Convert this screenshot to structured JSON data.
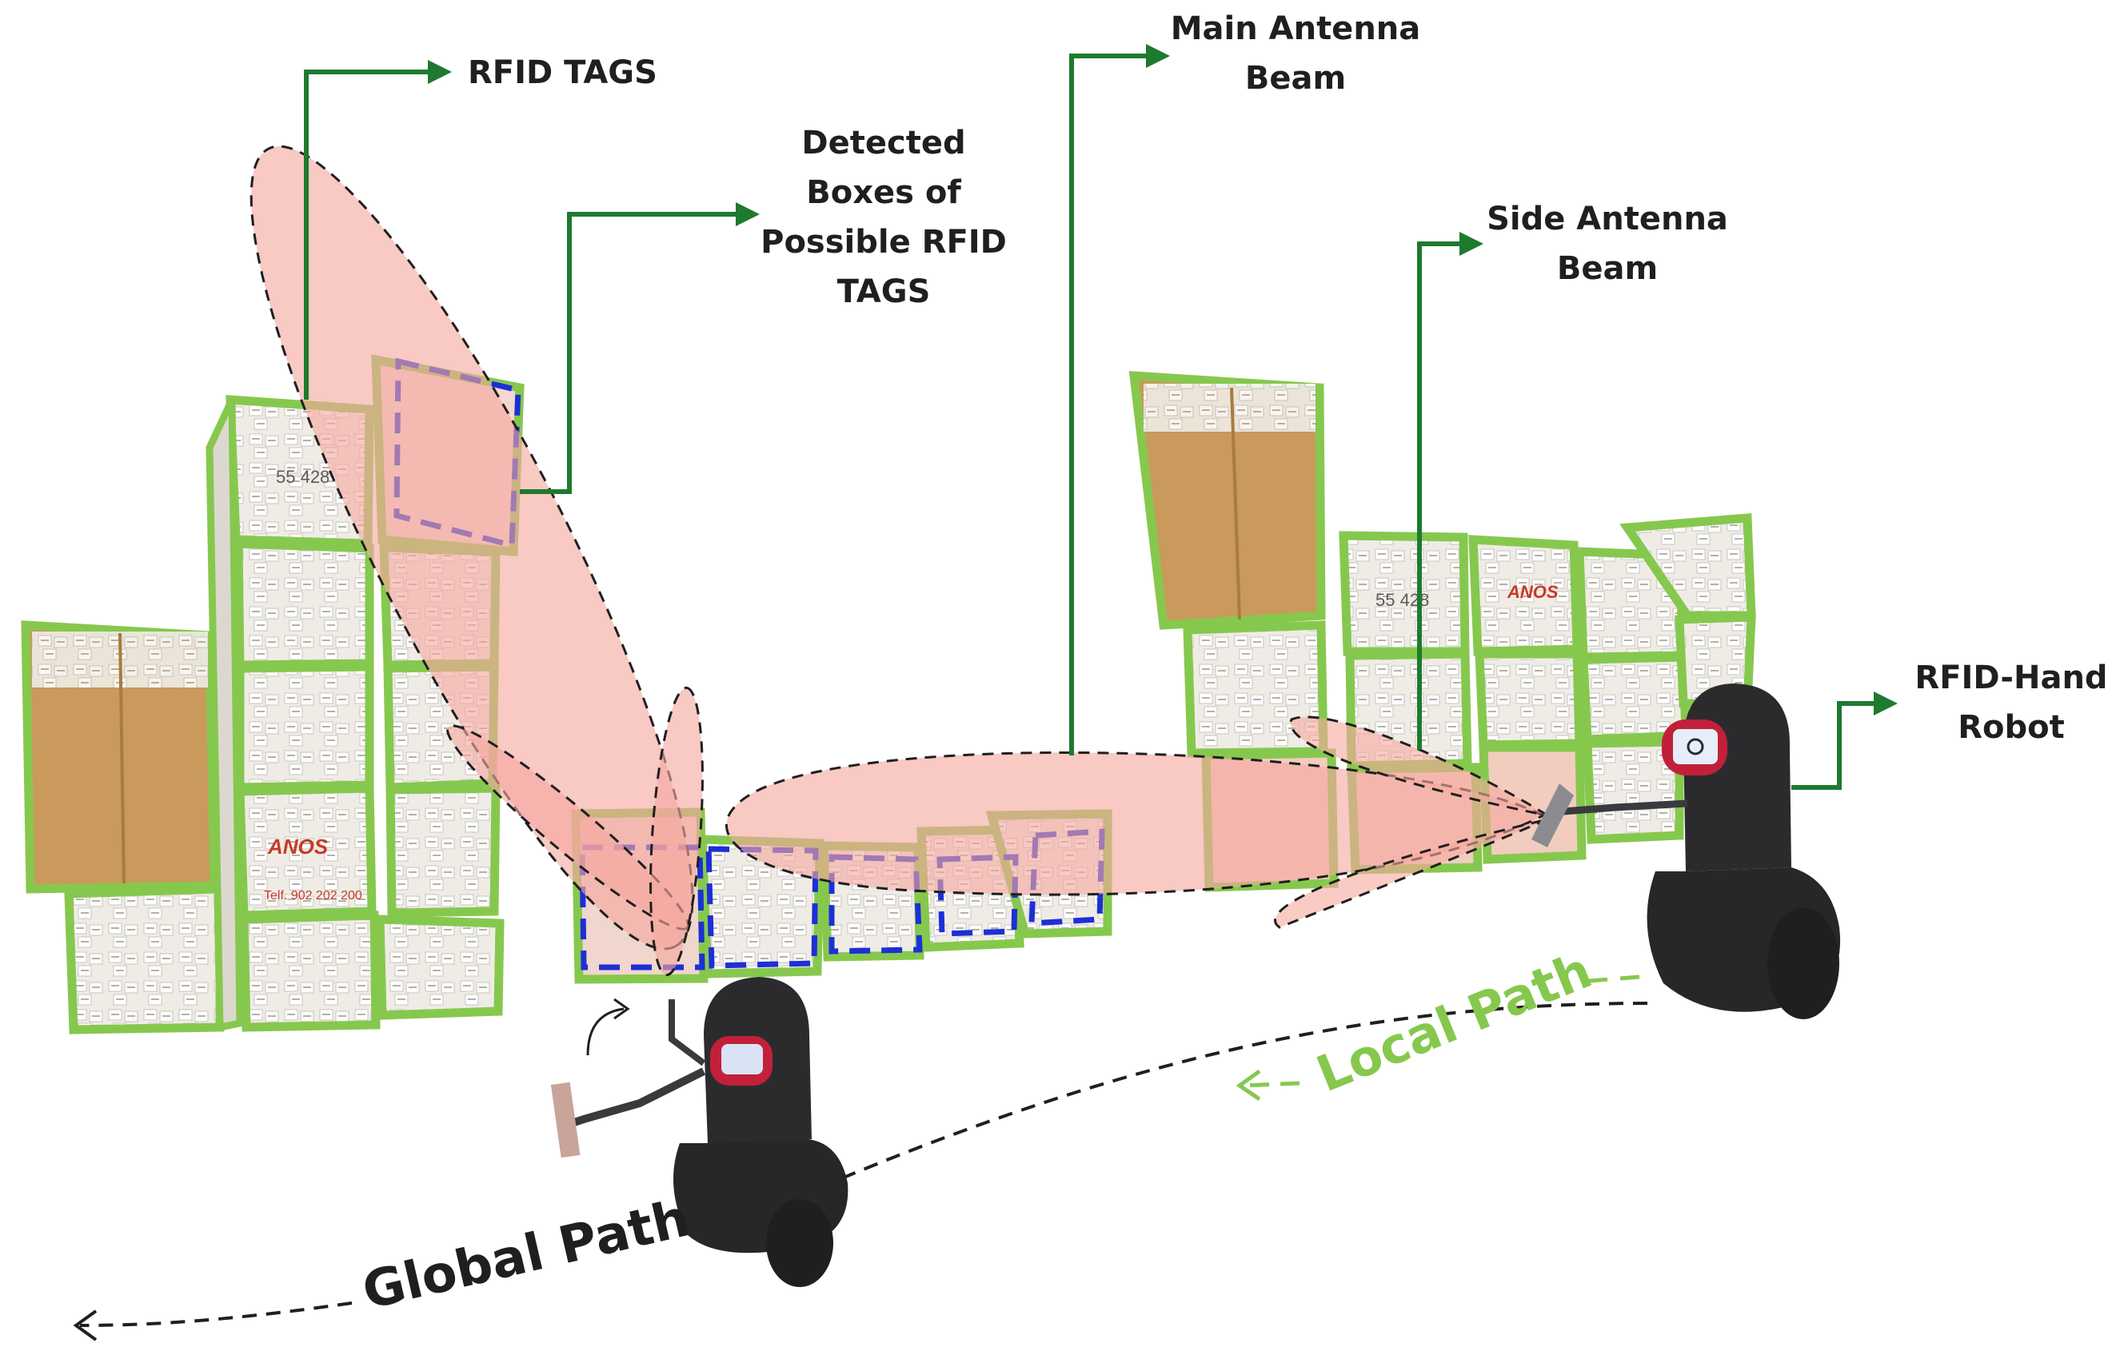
{
  "labels": {
    "rfid_tags": "RFID TAGS",
    "detected_boxes": [
      "Detected",
      "Boxes of",
      "Possible RFID",
      "TAGS"
    ],
    "main_beam": [
      "Main Antenna",
      "Beam"
    ],
    "side_beam": [
      "Side Antenna",
      "Beam"
    ],
    "robot": [
      "RFID-Hand",
      "Robot"
    ],
    "local_path": "Local Path",
    "global_path": "Global Path"
  },
  "box_texts": {
    "number": "55 428",
    "phone": "Telf. 902 202 200",
    "brand": "ANOS"
  },
  "colors": {
    "box_outline": "#86c84e",
    "detected_outline": "#1d2fd6",
    "beam_fill": "#f6a89f",
    "callout_arrow": "#1e7a2e",
    "local_path": "#86c84e",
    "global_path": "#1f1f1f",
    "cardboard": "#c99a5b",
    "robot_body": "#2b2b2e",
    "robot_face": "#c2203a"
  },
  "icons": [
    "robot-icon",
    "callout-arrow-icon",
    "rotate-arrow-icon"
  ]
}
